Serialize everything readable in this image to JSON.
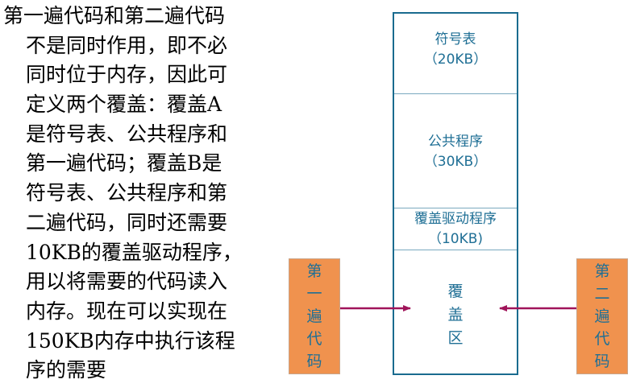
{
  "explanation": {
    "lines": [
      "第一遍代码和第二遍代码",
      "不是同时作用，即不必",
      "同时位于内存，因此可",
      "定义两个覆盖：覆盖A",
      "是符号表、公共程序和",
      "第一遍代码；覆盖B是",
      "符号表、公共程序和第",
      "二遍代码，同时还需要",
      "10KB的覆盖驱动程序，",
      "用以将需要的代码读入",
      "内存。现在可以实现在",
      "150KB内存中执行该程",
      "序的需要"
    ]
  },
  "memory": {
    "symbol_table": {
      "name": "符号表",
      "size": "（20KB）"
    },
    "common_routines": {
      "name": "公共程序",
      "size": "（30KB）"
    },
    "overlay_driver": {
      "name": "覆盖驱动程序",
      "size": "（10KB)"
    },
    "overlay_area": {
      "chars": [
        "覆",
        "盖",
        "区"
      ]
    }
  },
  "pass1": {
    "chars": [
      "第",
      "一",
      "遍",
      "代",
      "码"
    ]
  },
  "pass2": {
    "chars": [
      "第",
      "二",
      "遍",
      "代",
      "码"
    ]
  },
  "colors": {
    "memory_border": "#1a6b8f",
    "memory_text": "#1f6f95",
    "pass_box_fill": "#f0924e",
    "arrow": "#a0145a"
  }
}
